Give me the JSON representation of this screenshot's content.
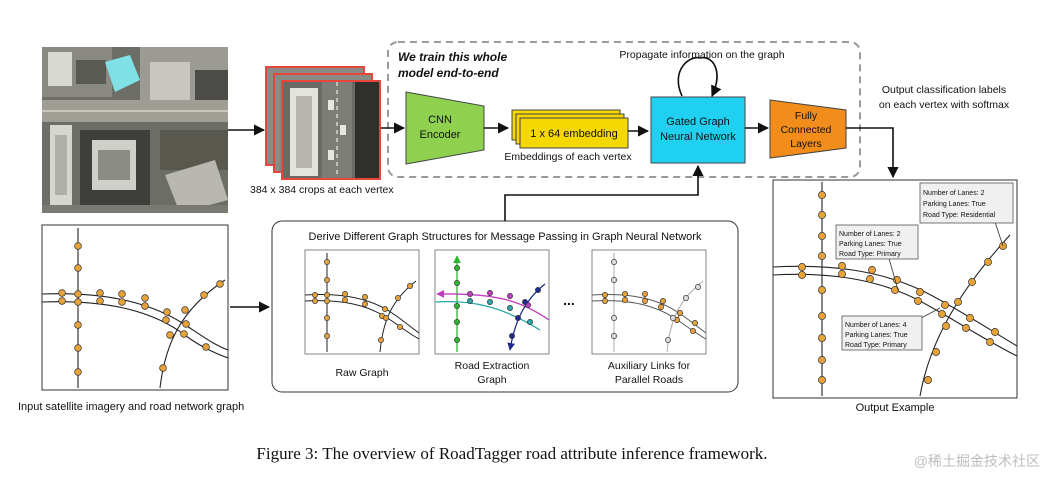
{
  "figure": {
    "caption": "Figure 3: The overview of RoadTagger road attribute inference framework.",
    "watermark": "@稀土掘金技术社区"
  },
  "pipeline": {
    "train_note_line1": "We train this whole",
    "train_note_line2": "model end-to-end",
    "crops_label": "384 x 384 crops at each vertex",
    "cnn_line1": "CNN",
    "cnn_line2": "Encoder",
    "embedding_label": "1 x 64 embedding",
    "embeddings_caption": "Embeddings of each vertex",
    "propagate_label": "Propagate information on the graph",
    "ggnn_line1": "Gated Graph",
    "ggnn_line2": "Neural Network",
    "fc_line1": "Fully",
    "fc_line2": "Connected",
    "fc_line3": "Layers",
    "output_line1": "Output classification labels",
    "output_line2": "on each vertex with softmax"
  },
  "input": {
    "caption": "Input satellite imagery and road network graph"
  },
  "graphs": {
    "title": "Derive Different Graph Structures for Message Passing in Graph Neural Network",
    "raw_label": "Raw Graph",
    "extraction_line1": "Road Extraction",
    "extraction_line2": "Graph",
    "ellipsis": "...",
    "aux_line1": "Auxiliary Links for",
    "aux_line2": "Parallel Roads"
  },
  "output_example": {
    "caption": "Output Example",
    "callouts": [
      {
        "lanes": "Number of Lanes: 2",
        "parking": "Parking Lanes: True",
        "type": "Road Type: Residential"
      },
      {
        "lanes": "Number of Lanes: 2",
        "parking": "Parking Lanes: True",
        "type": "Road Type: Primary"
      },
      {
        "lanes": "Number of Lanes: 4",
        "parking": "Parking Lanes: True",
        "type": "Road Type: Primary"
      }
    ]
  },
  "colors": {
    "cnn": "#8fd14f",
    "embedding": "#f5d800",
    "ggnn": "#1fd0f0",
    "fc": "#f28c1a",
    "node": "#e7a23a",
    "crop_border": "#e8453c",
    "extraction_green": "#2fb52f",
    "extraction_magenta": "#c23cc2",
    "extraction_teal": "#2aa7a7",
    "extraction_navy": "#1f2a8f",
    "callout_bg": "#f0f0f0"
  }
}
